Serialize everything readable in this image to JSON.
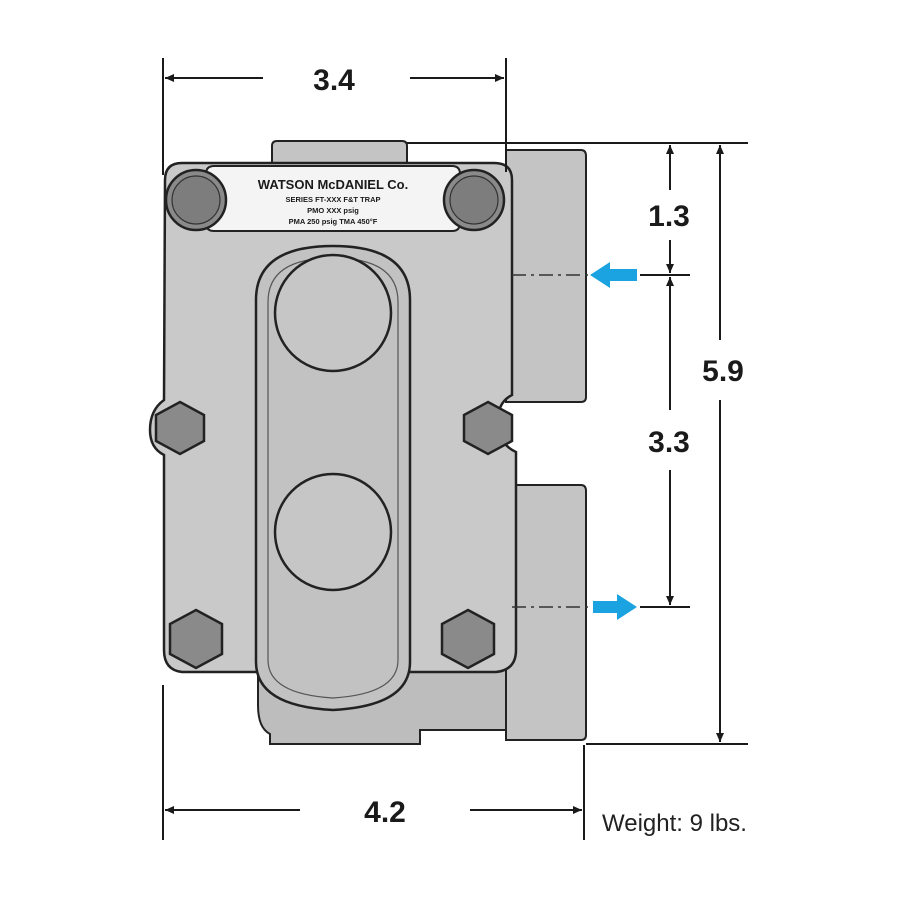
{
  "dimensions": {
    "top_width": "3.4",
    "bottom_width": "4.2",
    "overall_height": "5.9",
    "inlet_offset": "1.3",
    "port_spacing": "3.3"
  },
  "nameplate": {
    "line1": "WATSON McDANIEL Co.",
    "line2": "SERIES FT-XXX   F&T TRAP",
    "line3": "PMO XXX psig",
    "line4": "PMA 250 psig    TMA 450°F"
  },
  "weight": "Weight: 9 lbs.",
  "colors": {
    "body": "#c8c8c8",
    "body_dark": "#b4b4b4",
    "outline": "#222222",
    "bolt": "#8a8a8a",
    "arrow": "#1aa3e0",
    "dimension_line": "#1a1a1a"
  },
  "icons": {
    "inlet": "left-arrow-icon",
    "outlet": "right-arrow-icon"
  }
}
